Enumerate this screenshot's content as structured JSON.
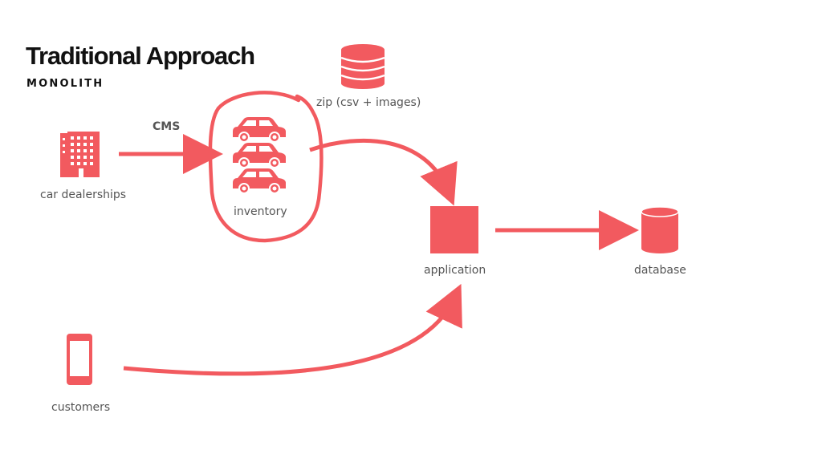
{
  "header": {
    "title": "Traditional Approach",
    "subtitle": "MONOLITH"
  },
  "nodes": {
    "dealerships": "car dealerships",
    "inventory": "inventory",
    "zip": "zip (csv + images)",
    "application": "application",
    "database": "database",
    "customers": "customers"
  },
  "edges": {
    "cms": "CMS"
  },
  "icons": {
    "dealerships": "building-icon",
    "inventory": "car-icon",
    "zip": "database-stack-icon",
    "application": "square-icon",
    "database": "cylinder-icon",
    "customers": "smartphone-icon"
  },
  "colors": {
    "accent": "#f25a5f",
    "title": "#111111",
    "label": "#555555"
  }
}
